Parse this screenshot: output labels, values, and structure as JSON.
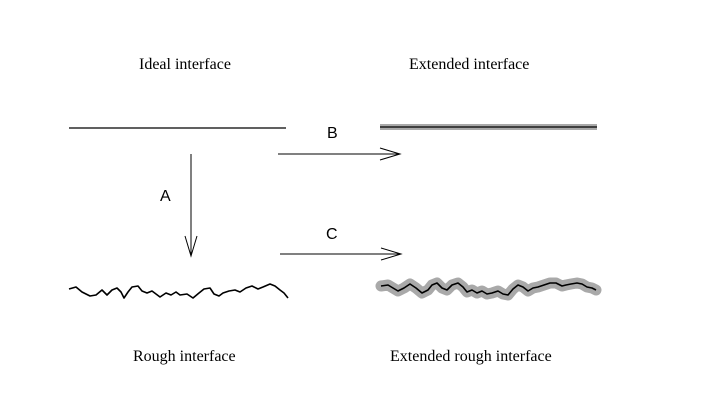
{
  "labels": {
    "ideal": "Ideal interface",
    "extended": "Extended interface",
    "rough": "Rough interface",
    "extended_rough": "Extended rough interface"
  },
  "arrows": {
    "a": "A",
    "b": "B",
    "c": "C"
  },
  "colors": {
    "line": "#000000",
    "extension": "#a9a9a9"
  }
}
